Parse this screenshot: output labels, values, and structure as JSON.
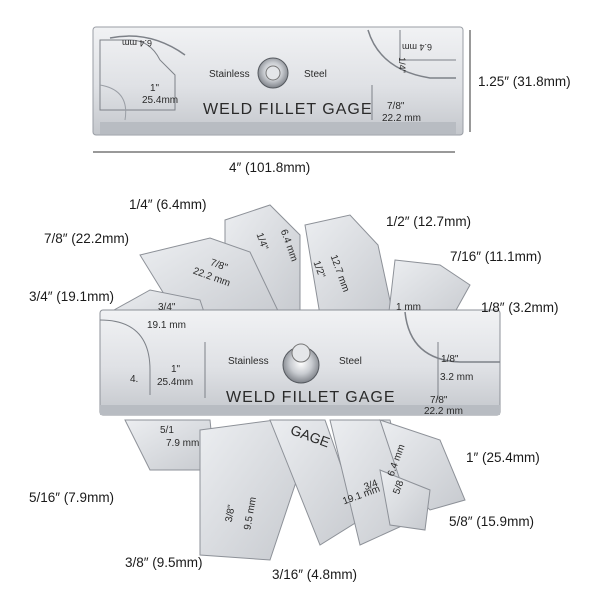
{
  "product": {
    "title": "WELD FILLET GAGE",
    "material_left": "Stainless",
    "material_right": "Steel"
  },
  "dimensions": {
    "height": "1.25″ (31.8mm)",
    "width": "4″ (101.8mm)"
  },
  "top_gage_marks": {
    "left_top": "6.4 mm",
    "left_size_in": "1\"",
    "left_size_mm": "25.4mm",
    "right_top": "6.4 mm",
    "right_quarter": "1/4\"",
    "right_size_in": "7/8\"",
    "right_size_mm": "22.2 mm"
  },
  "blade_callouts": [
    "1/4″ (6.4mm)",
    "7/8″ (22.2mm)",
    "3/4″ (19.1mm)",
    "1/2″ (12.7mm)",
    "7/16″ (11.1mm)",
    "1/8″ (3.2mm)",
    "1″ (25.4mm)",
    "5/8″ (15.9mm)",
    "5/16″ (7.9mm)",
    "3/8″ (9.5mm)",
    "3/16″ (4.8mm)"
  ],
  "fan_blade_marks": {
    "b14_in": "1/4\"",
    "b14_mm": "6.4 mm",
    "b78_in": "7/8\"",
    "b78_mm": "22.2 mm",
    "b12_in": "1/2\"",
    "b12_mm": "12.7 mm",
    "b716_mm": "1 mm",
    "b34_in": "3/4\"",
    "b34_mm": "19.1 mm",
    "main_left_in": "1\"",
    "main_left_mm": "25.4mm",
    "main_right_in": "1/8\"",
    "main_right_mm": "3.2 mm",
    "main_bottom_in": "7/8\"",
    "main_bottom_mm": "22.2 mm",
    "left_edge_partial": "4.",
    "bottom_516_in": "5/1",
    "bottom_516_mm": "7.9 mm",
    "bottom_38_in": "3/8\"",
    "bottom_38_mm": "9.5 mm",
    "bottom_gage_partial": "GAGE",
    "bottom_34_in": "3/4",
    "bottom_34_mm": "19.1 mm",
    "bottom_64_mm": "6.4 mm",
    "bottom_58_in": "5/8"
  },
  "colors": {
    "steel_light": "#e6e8eb",
    "steel_mid": "#c9ccd1",
    "steel_dark": "#9a9ea5",
    "engraving": "#2a2a2a",
    "background": "#ffffff"
  }
}
